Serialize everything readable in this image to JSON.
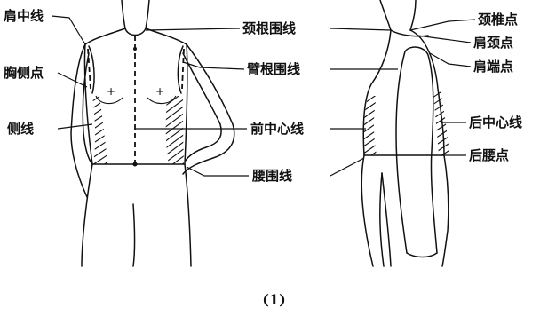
{
  "labels": {
    "shoulder_mid_line": "肩中线",
    "chest_side_point": "胸侧点",
    "side_line": "侧线",
    "neck_root_line": "颈根围线",
    "arm_root_line": "臂根围线",
    "front_center_line": "前中心线",
    "waist_line": "腰围线",
    "neck_vertebra_point": "颈椎点",
    "shoulder_neck_point": "肩颈点",
    "shoulder_end_point": "肩端点",
    "back_center_line": "后中心线",
    "back_waist_point": "后腰点"
  },
  "caption": "(1)"
}
